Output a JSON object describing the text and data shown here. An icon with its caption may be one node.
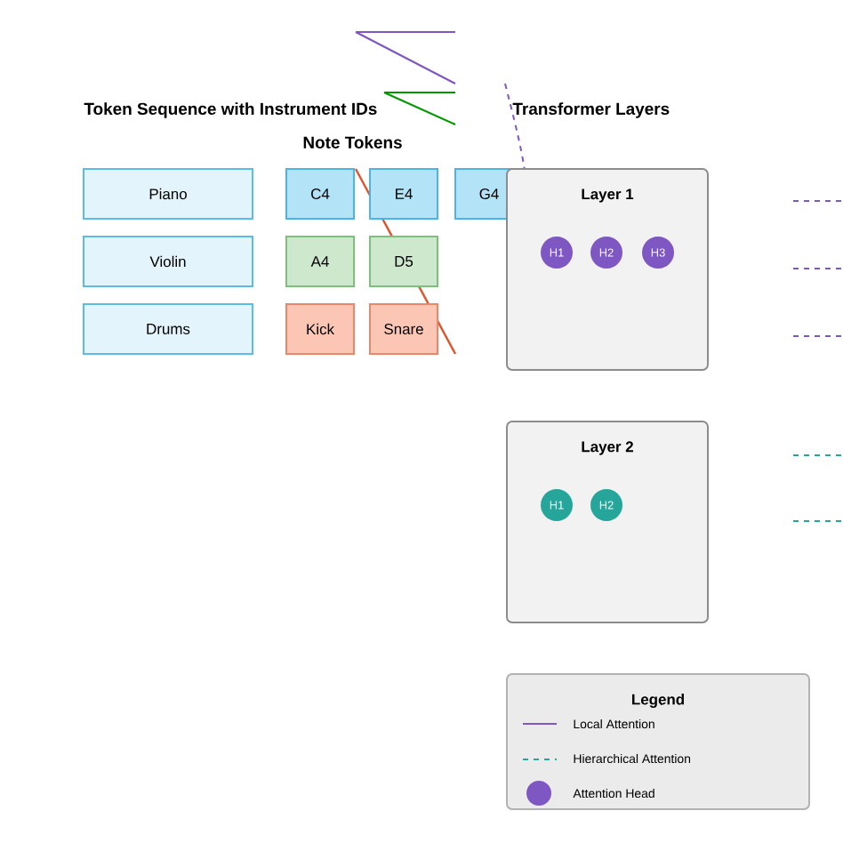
{
  "diagram": {
    "nodes": [
      {
        "text": [
          "Piano"
        ]
      },
      {
        "text": [
          "Violin"
        ]
      },
      {
        "text": [
          "Drums"
        ]
      },
      {
        "text": [
          "C4"
        ]
      },
      {
        "text": [
          "E4"
        ]
      },
      {
        "text": [
          "G4"
        ]
      },
      {
        "text": [
          "A4"
        ]
      },
      {
        "text": [
          "D5"
        ]
      },
      {
        "text": [
          "Kick"
        ]
      },
      {
        "text": [
          "Snare"
        ]
      },
      {
        "text": [
          "Layer 1"
        ]
      },
      {
        "text": [
          "H1"
        ],
        "in": 10
      },
      {
        "text": [
          "H2"
        ],
        "in": 10
      },
      {
        "text": [
          "H3"
        ],
        "in": 10
      },
      {
        "text": [
          "Layer 2"
        ]
      },
      {
        "text": [
          "H1"
        ],
        "in": 14
      },
      {
        "text": [
          "H2"
        ],
        "in": 14
      }
    ],
    "labels": [
      "Token Sequence with Instrument IDs",
      "Note Tokens",
      "Transformer Layers",
      "Legend"
    ],
    "legend": [
      {
        "text": "Local Attention"
      },
      {
        "text": "Hierarchical Attention"
      },
      {
        "text": "Attention Head"
      }
    ]
  }
}
